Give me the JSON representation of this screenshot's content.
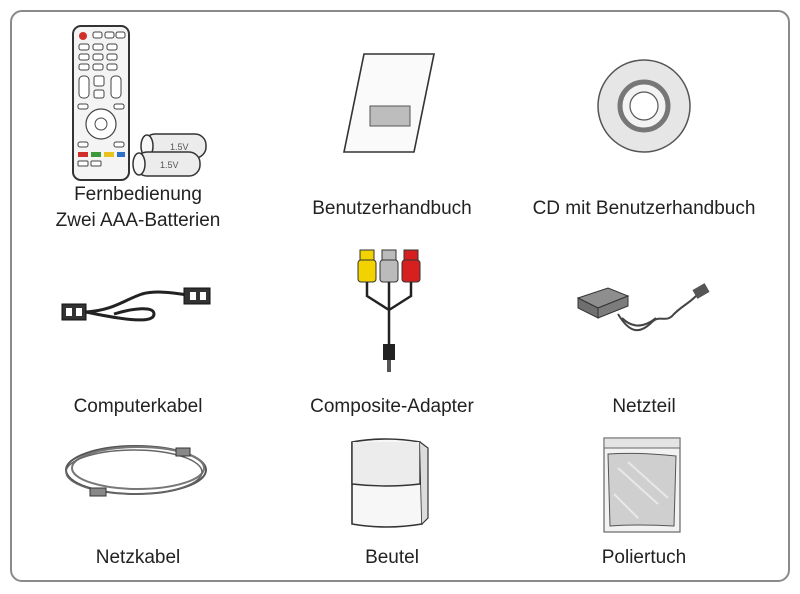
{
  "items": {
    "remote": {
      "line1": "Fernbedienung",
      "line2": "Zwei AAA-Batterien",
      "battery_label": "1.5V"
    },
    "manual": {
      "label": "Benutzerhandbuch"
    },
    "cd": {
      "label": "CD mit Benutzerhandbuch"
    },
    "computer_cable": {
      "label": "Computerkabel"
    },
    "composite": {
      "label": "Composite-Adapter"
    },
    "power_adapter": {
      "label": "Netzteil"
    },
    "power_cable": {
      "label": "Netzkabel"
    },
    "pouch": {
      "label": "Beutel"
    },
    "cloth": {
      "label": "Poliertuch"
    }
  },
  "icons": [
    "remote-control-icon",
    "batteries-icon",
    "manual-booklet-icon",
    "cd-icon",
    "computer-cable-icon",
    "composite-adapter-icon",
    "power-adapter-icon",
    "power-cable-icon",
    "pouch-icon",
    "polishing-cloth-icon"
  ]
}
